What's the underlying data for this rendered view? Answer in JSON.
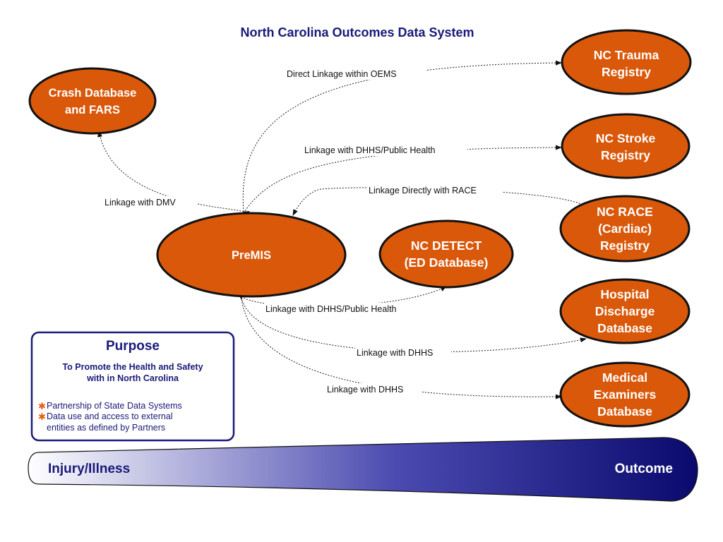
{
  "title": "North Carolina Outcomes Data System",
  "colors": {
    "node_fill": "#d9580a",
    "title": "#1a1a7a",
    "band_start": "#ffffff",
    "band_end": "#0a0a6e",
    "bullet": "#e85a0c"
  },
  "nodes": {
    "crash": {
      "lines": [
        "Crash Database",
        "and FARS"
      ]
    },
    "premis": {
      "lines": [
        "PreMIS"
      ]
    },
    "trauma": {
      "lines": [
        "NC Trauma",
        "Registry"
      ]
    },
    "stroke": {
      "lines": [
        "NC Stroke",
        "Registry"
      ]
    },
    "race": {
      "lines": [
        "NC RACE",
        "(Cardiac)",
        "Registry"
      ]
    },
    "detect": {
      "lines": [
        "NC DETECT",
        "(ED Database)"
      ]
    },
    "hospital": {
      "lines": [
        "Hospital",
        "Discharge",
        "Database"
      ]
    },
    "medical": {
      "lines": [
        "Medical",
        "Examiners",
        "Database"
      ]
    }
  },
  "edges": {
    "trauma": "Direct Linkage within OEMS",
    "stroke": "Linkage with DHHS/Public Health",
    "race": "Linkage Directly with RACE",
    "crash": "Linkage with DMV",
    "detect": "Linkage with DHHS/Public Health",
    "hospital": "Linkage with DHHS",
    "medical": "Linkage with DHHS"
  },
  "purpose": {
    "title": "Purpose",
    "subtitle_lines": [
      "To Promote the Health and Safety",
      "with in North Carolina"
    ],
    "bullet_symbol": "✱",
    "items": [
      {
        "lines": [
          "Partnership of State Data Systems"
        ]
      },
      {
        "lines": [
          "Data use and access to external",
          "entities as defined by Partners"
        ]
      }
    ]
  },
  "band": {
    "left_label": "Injury/Illness",
    "right_label": "Outcome"
  }
}
